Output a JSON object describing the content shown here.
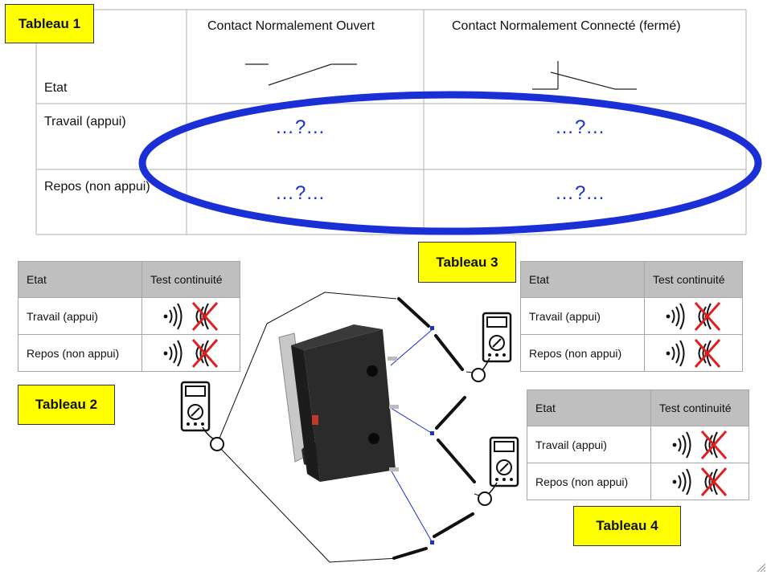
{
  "tableau1": {
    "tag": "Tableau 1",
    "col_no": "Contact Normalement Ouvert",
    "col_nc": "Contact Normalement Connecté (fermé)",
    "row_header": "Etat",
    "row_work": "Travail (appui)",
    "row_rest": "Repos (non appui)",
    "placeholder": "…?..."
  },
  "tableau2": {
    "tag": "Tableau 2",
    "head_state": "Etat",
    "head_test": "Test continuité",
    "rows": [
      "Travail (appui)",
      "Repos (non appui)"
    ]
  },
  "tableau3": {
    "tag": "Tableau 3",
    "head_state": "Etat",
    "head_test": "Test continuité",
    "rows": [
      "Travail (appui)",
      "Repos (non appui)"
    ]
  },
  "tableau4": {
    "tag": "Tableau 4",
    "head_state": "Etat",
    "head_test": "Test continuité",
    "rows": [
      "Travail (appui)",
      "Repos (non appui)"
    ]
  },
  "colors": {
    "highlight": "#ffff00",
    "ellipse": "#1a2fd6",
    "cross": "#e02020",
    "probe_wire": "#1a2fd6"
  },
  "icons": [
    "continuity-beep-icon",
    "red-cross-icon",
    "multimeter-icon",
    "micro-switch-image"
  ]
}
